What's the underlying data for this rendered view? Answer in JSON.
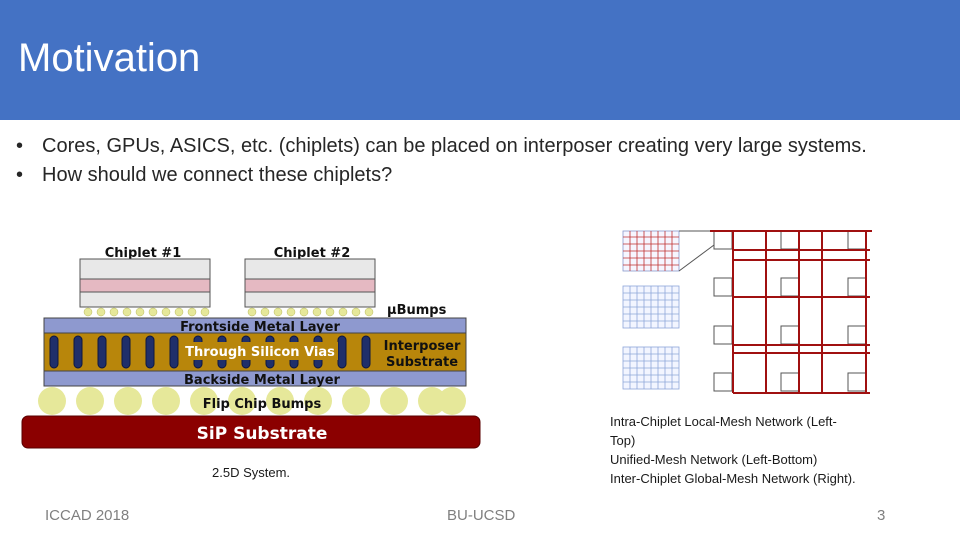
{
  "slide": {
    "title": "Motivation",
    "bullets": [
      "Cores, GPUs, ASICS, etc. (chiplets) can be placed on interposer creating very large systems.",
      "How should we connect these chiplets?"
    ],
    "bullet_symbol": "•"
  },
  "left_diagram": {
    "chiplet_1": "Chiplet #1",
    "chiplet_2": "Chiplet #2",
    "ubumps": "μBumps",
    "frontside": "Frontside Metal Layer",
    "tsv": "Through Silicon Vias",
    "interposer_line1": "Interposer",
    "interposer_line2": "Substrate",
    "backside": "Backside Metal Layer",
    "flipchip": "Flip Chip Bumps",
    "sip": "SiP Substrate",
    "caption": "2.5D System."
  },
  "right_diagram": {
    "caption_lines": [
      "Intra-Chiplet Local-Mesh Network (Left-",
      "Top)",
      "Unified-Mesh Network (Left-Bottom)",
      "Inter-Chiplet Global-Mesh Network (Right)."
    ]
  },
  "footer": {
    "left": "ICCAD 2018",
    "center": "BU-UCSD",
    "page": "3"
  },
  "colors": {
    "title_bar": "#4472c4",
    "metal_layer": "#8e99cf",
    "tsv_fill": "#b8860b",
    "sip": "#8b0000",
    "bump": "#e6e89a",
    "mesh_red": "#a01010"
  }
}
